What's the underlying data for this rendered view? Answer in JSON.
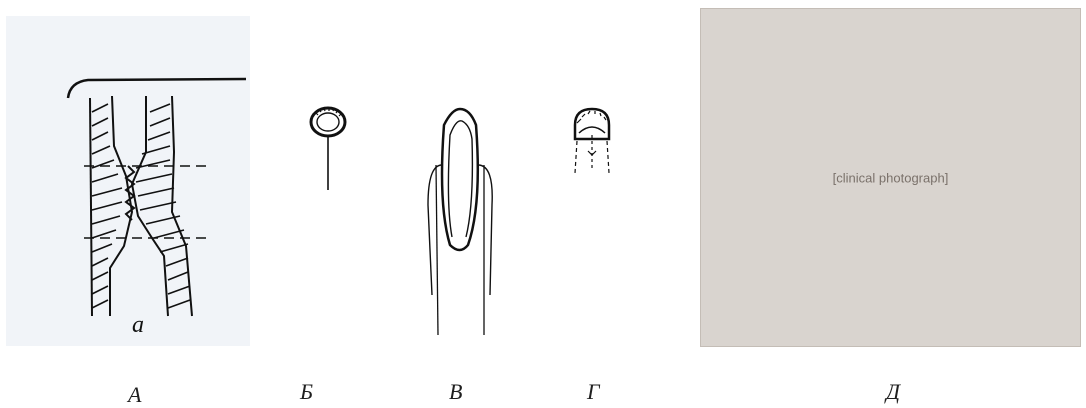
{
  "captions": [
    "А",
    "Б",
    "В",
    "Г",
    "Д"
  ],
  "drawing_letter": "a",
  "photo": {
    "placeholder": "[clinical photograph]"
  }
}
